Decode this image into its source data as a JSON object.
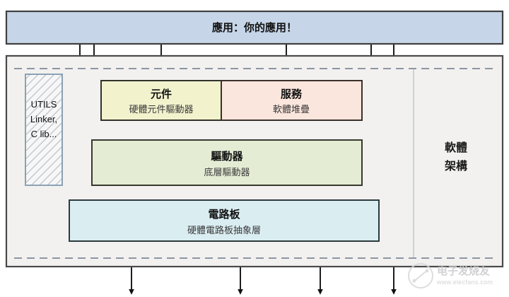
{
  "diagram": {
    "type": "layered-software-architecture",
    "application_band": {
      "label": "應用：你的應用！",
      "fill": "#c6d5e8",
      "stroke": "#3f3f3f"
    },
    "outer_frame": {
      "name": "software-architecture-frame",
      "fill": "#f2f1ef",
      "stroke": "#4a4a4a",
      "side_label_line1": "軟體",
      "side_label_line2": "架構",
      "dashed_stroke": "#8c96a3"
    },
    "blocks": [
      {
        "id": "utils",
        "name": "utils-block",
        "line1": "UTILS",
        "line2": "Linker,",
        "line3": "C lib...",
        "fill": "#f7f7f7",
        "stroke": "#8ba2b5",
        "hatched": true
      },
      {
        "id": "component",
        "name": "component-block",
        "title": "元件",
        "subtitle": "硬體元件驅動器",
        "fill": "#f2f2cd",
        "stroke": "#32322b"
      },
      {
        "id": "service",
        "name": "service-block",
        "title": "服務",
        "subtitle": "軟體堆疊",
        "fill": "#fbe6dd",
        "stroke": "#3a3029"
      },
      {
        "id": "driver",
        "name": "driver-block",
        "title": "驅動器",
        "subtitle": "底層驅動器",
        "fill": "#e4ecd4",
        "stroke": "#37392f"
      },
      {
        "id": "board",
        "name": "board-block",
        "title": "電路板",
        "subtitle": "硬體電路板抽象層",
        "fill": "#daeef2",
        "stroke": "#2d3a3d"
      }
    ],
    "connector_color": "#111111"
  },
  "watermark": {
    "brand": "电子发烧友",
    "url": "www.elecfans.com"
  }
}
